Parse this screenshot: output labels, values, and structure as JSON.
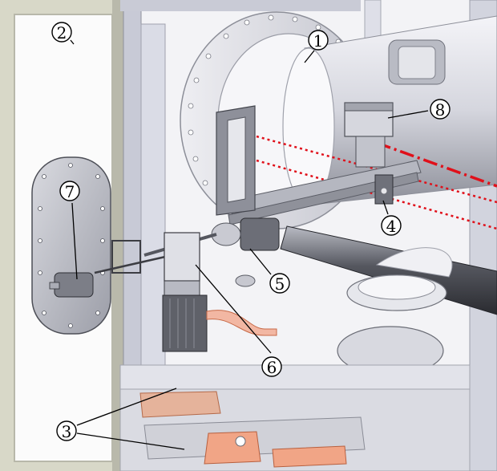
{
  "figure": {
    "labels": [
      {
        "id": "1",
        "text": "1"
      },
      {
        "id": "2",
        "text": "2"
      },
      {
        "id": "3",
        "text": "3"
      },
      {
        "id": "4",
        "text": "4"
      },
      {
        "id": "5",
        "text": "5"
      },
      {
        "id": "6",
        "text": "6"
      },
      {
        "id": "7",
        "text": "7"
      },
      {
        "id": "8",
        "text": "8"
      }
    ]
  },
  "colors": {
    "background": "#ffffff",
    "frame_grey": "#c9cbd6",
    "steel_light": "#e8e8ee",
    "steel_mid": "#a9abb6",
    "steel_dark": "#5b5d66",
    "panel_tan": "#cfcfc0",
    "copper": "#e08a62",
    "laser_red": "#e0101a"
  }
}
